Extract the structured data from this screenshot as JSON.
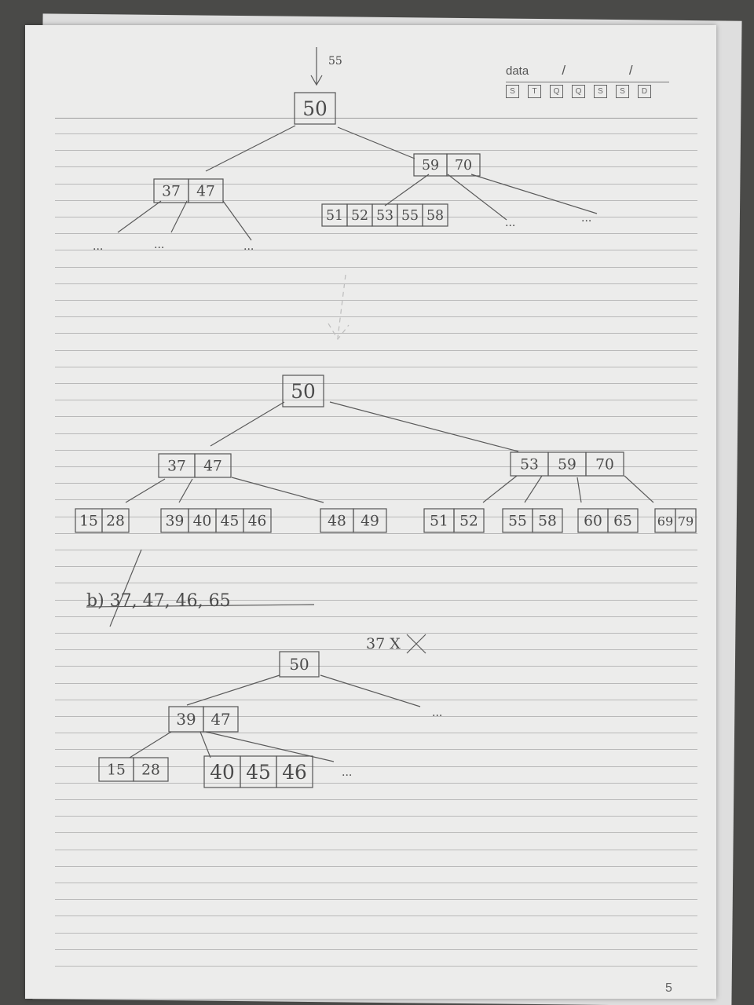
{
  "header": {
    "date_label": "data",
    "date_slashes": "/ /",
    "weekdays": [
      "S",
      "T",
      "Q",
      "Q",
      "S",
      "S",
      "D"
    ]
  },
  "page_number": "5",
  "diagram_1": {
    "insert_label": "55",
    "root": "50",
    "left_child": [
      "37",
      "47"
    ],
    "right_child": [
      "59",
      "70"
    ],
    "right_leaf": [
      "51",
      "52",
      "53",
      "55",
      "58"
    ],
    "ellipses": [
      "...",
      "...",
      "...",
      "...",
      "..."
    ]
  },
  "diagram_2": {
    "root": "50",
    "left_child": [
      "37",
      "47"
    ],
    "right_child": [
      "53",
      "59",
      "70"
    ],
    "leaves": [
      [
        "15",
        "28"
      ],
      [
        "39",
        "40",
        "45",
        "46"
      ],
      [
        "48",
        "49"
      ],
      [
        "51",
        "52"
      ],
      [
        "55",
        "58"
      ],
      [
        "60",
        "65"
      ],
      [
        "69",
        "79"
      ]
    ]
  },
  "part_b": {
    "heading": "b) 37, 47, 46, 65",
    "removed_note": "37 X"
  },
  "diagram_3": {
    "root": "50",
    "left_child": [
      "39",
      "47"
    ],
    "leaves": [
      [
        "15",
        "28"
      ],
      [
        "40",
        "45",
        "46"
      ]
    ],
    "ellipses": [
      "...",
      "..."
    ]
  },
  "colors": {
    "ink": "#4b4b4b",
    "paper": "#ececeb",
    "rule": "#b9b9b9",
    "background": "#4a4a48"
  }
}
